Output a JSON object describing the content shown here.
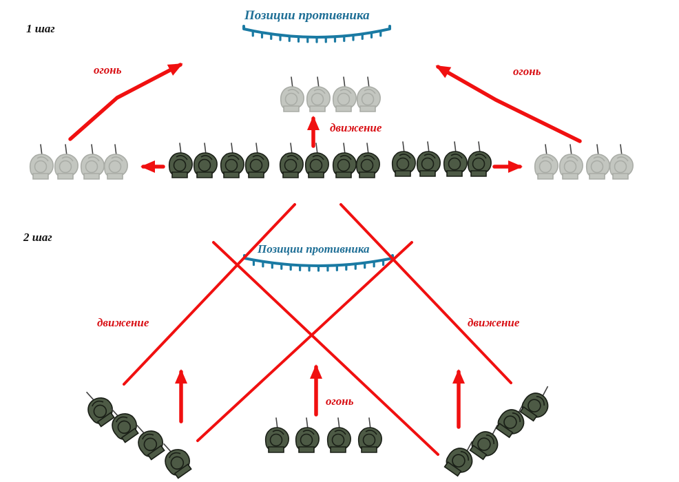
{
  "colors": {
    "arrow": "#f01010",
    "enemy_line": "#1a7aa3",
    "soldier_active": "#4d5a45",
    "soldier_active_outline": "#1a1f17",
    "soldier_ghost": "#c3c6c0",
    "soldier_ghost_outline": "#a9aca6"
  },
  "step1": {
    "title": "1 шаг",
    "enemy_label": "Позиции противника",
    "fire_left_label": "огонь",
    "fire_right_label": "огонь",
    "move_label": "движение",
    "groups": [
      {
        "name": "left-ghost-group",
        "state": "ghost",
        "count": 4
      },
      {
        "name": "left-active-group",
        "state": "active",
        "count": 4
      },
      {
        "name": "center-active-group",
        "state": "active",
        "count": 4
      },
      {
        "name": "right-active-group",
        "state": "active",
        "count": 4
      },
      {
        "name": "right-ghost-group",
        "state": "ghost",
        "count": 4
      },
      {
        "name": "forward-ghost-group",
        "state": "ghost",
        "count": 4
      }
    ]
  },
  "step2": {
    "title": "2 шаг",
    "enemy_label": "Позиции противника",
    "move_left_label": "движение",
    "move_right_label": "движение",
    "fire_label": "огонь",
    "groups": [
      {
        "name": "left-echelon-group",
        "state": "active",
        "count": 4
      },
      {
        "name": "center-group",
        "state": "active",
        "count": 4
      },
      {
        "name": "right-echelon-group",
        "state": "active",
        "count": 4
      }
    ]
  }
}
